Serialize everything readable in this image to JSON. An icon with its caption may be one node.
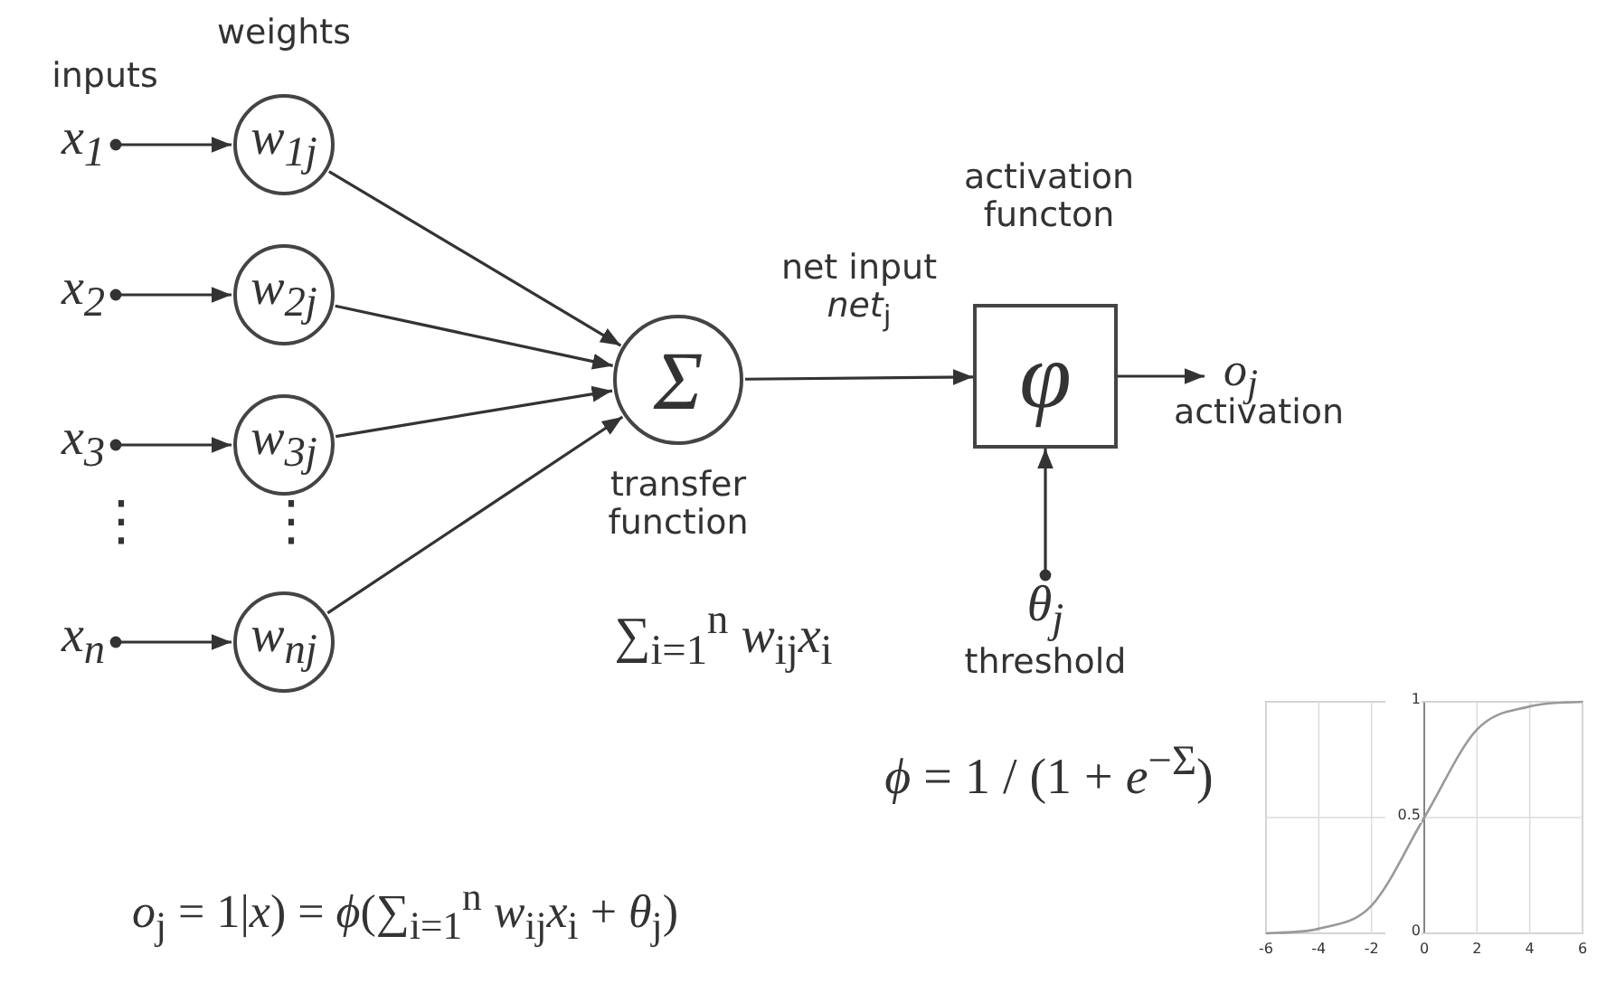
{
  "diagram": {
    "nodes": [
      {
        "text": [
          "x$_{1}$"
        ]
      },
      {
        "text": [
          "x$_{2}$"
        ]
      },
      {
        "text": [
          "x$_{3}$"
        ]
      },
      {
        "text": [
          "x$_{n}$"
        ]
      },
      {
        "text": [
          "w$_{1j}$"
        ]
      },
      {
        "text": [
          "w$_{2j}$"
        ]
      },
      {
        "text": [
          "w$_{3j}$"
        ]
      },
      {
        "text": [
          "w$_{nj}$"
        ]
      },
      {
        "text": [
          "Σ"
        ],
        "beside": [
          "transfer function"
        ]
      },
      {
        "text": [
          "φ"
        ],
        "beside": [
          "activation functon"
        ]
      },
      {
        "text": [
          "o$_{j}$"
        ],
        "beside": [
          "activation"
        ]
      },
      {
        "text": [
          "θ$_{j}$"
        ],
        "beside": [
          "threshold"
        ]
      }
    ],
    "edges": [
      {
        "from": 0,
        "to": 4,
        "arrow": "to"
      },
      {
        "from": 1,
        "to": 5,
        "arrow": "to"
      },
      {
        "from": 2,
        "to": 6,
        "arrow": "to"
      },
      {
        "from": 3,
        "to": 7,
        "arrow": "to"
      },
      {
        "from": 4,
        "to": 8,
        "arrow": "to"
      },
      {
        "from": 5,
        "to": 8,
        "arrow": "to"
      },
      {
        "from": 6,
        "to": 8,
        "arrow": "to"
      },
      {
        "from": 7,
        "to": 8,
        "arrow": "to"
      },
      {
        "from": 8,
        "to": 9,
        "arrow": "to",
        "label": "net input *net*$_{j}$"
      },
      {
        "from": 9,
        "to": 10,
        "arrow": "to"
      },
      {
        "from": 11,
        "to": 9,
        "arrow": "to"
      }
    ],
    "labels": [
      "weights",
      "inputs",
      "⋮",
      "⋮",
      "∑$_{i=1}$$^{n}$ *w*$_{ij}$*x*$_{i}$",
      "*ϕ* = 1 / (1 + *e*$^{−Σ}$)",
      "*o*$_{j}$ = 1|*x*) = *ϕ*(∑$_{i=1}$$^{n}$ *w*$_{ij}$*x*$_{i}$ + *θ*$_{j}$)"
    ],
    "chart_data": {
      "type": "line",
      "x": [
        -6,
        -4,
        -2,
        0,
        2,
        4,
        6
      ],
      "series": [
        {
          "color": "#999999",
          "values": [
            0,
            0.02,
            0.12,
            0.5,
            0.88,
            0.98,
            1
          ]
        }
      ],
      "grid": true,
      "xticks": [
        -6,
        -4,
        -2,
        0,
        2,
        4,
        6
      ],
      "yticks": [
        0,
        0.5,
        1
      ],
      "xlim": [
        -6,
        6
      ],
      "ylim": [
        0,
        1
      ]
    }
  }
}
